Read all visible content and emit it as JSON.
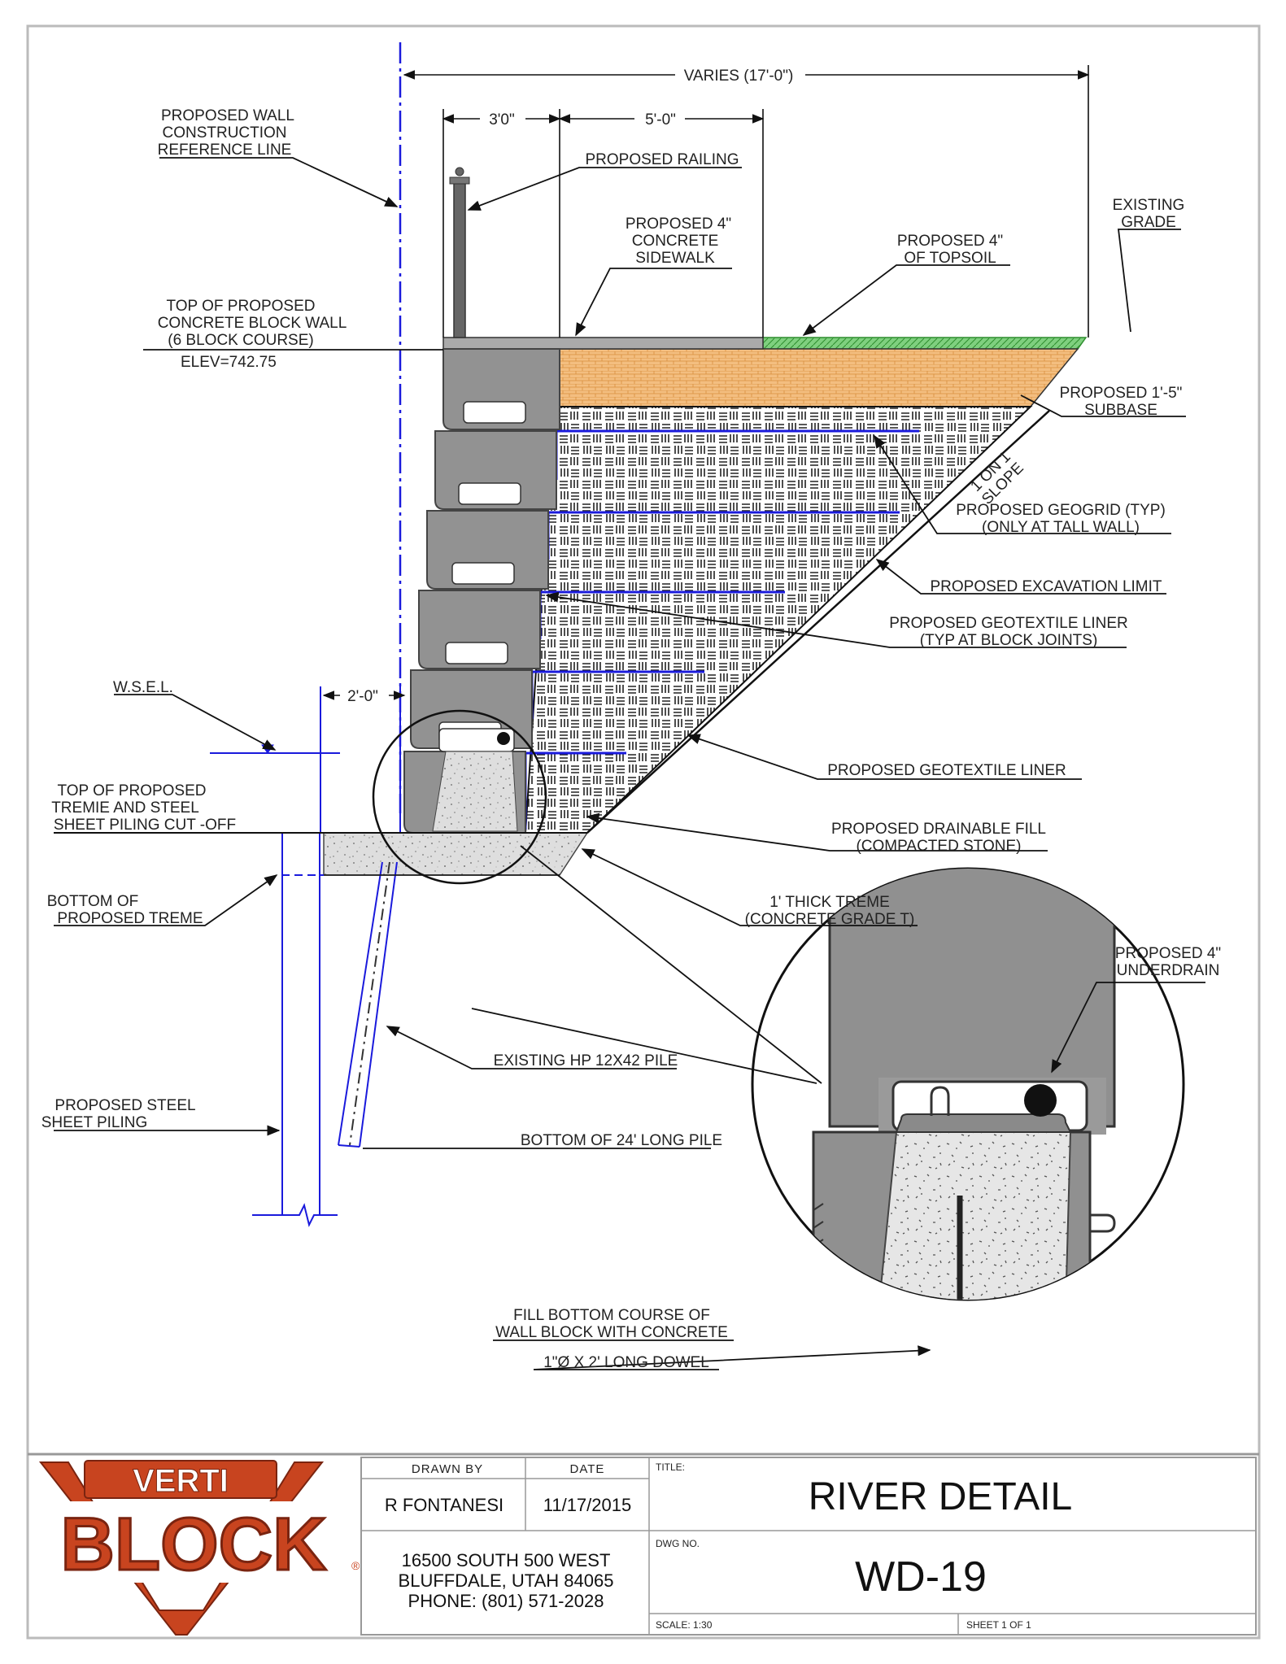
{
  "drawing": {
    "dims": {
      "varies": "VARIES (17'-0\")",
      "three_ft": "3'0\"",
      "five_ft": "5'-0\"",
      "two_ft": "2'-0\""
    },
    "labels": {
      "ref_line": [
        "PROPOSED WALL",
        "CONSTRUCTION",
        "REFERENCE LINE"
      ],
      "railing": "PROPOSED RAILING",
      "sidewalk": [
        "PROPOSED 4\"",
        "CONCRETE",
        "SIDEWALK"
      ],
      "topsoil": [
        "PROPOSED 4\"",
        "OF TOPSOIL"
      ],
      "existing_grade": [
        "EXISTING",
        "GRADE"
      ],
      "top_wall": [
        "TOP OF PROPOSED",
        "CONCRETE BLOCK WALL",
        "(6 BLOCK COURSE)"
      ],
      "elev": "ELEV=742.75",
      "subbase": [
        "PROPOSED 1'-5\"",
        "SUBBASE"
      ],
      "slope": [
        "1 ON 1",
        "SLOPE"
      ],
      "geogrid": [
        "PROPOSED GEOGRID (TYP)",
        "(ONLY AT TALL WALL)"
      ],
      "excavation": "PROPOSED EXCAVATION LIMIT",
      "geotextile_joints": [
        "PROPOSED GEOTEXTILE LINER",
        "(TYP AT BLOCK JOINTS)"
      ],
      "wsel": "W.S.E.L.",
      "geotextile": "PROPOSED GEOTEXTILE LINER",
      "tremie_top": [
        "TOP OF PROPOSED",
        "TREMIE AND STEEL",
        "SHEET PILING CUT -OFF"
      ],
      "drainable": [
        "PROPOSED DRAINABLE FILL",
        "(COMPACTED STONE)"
      ],
      "treme_bottom": [
        "BOTTOM OF",
        "PROPOSED TREME"
      ],
      "treme": [
        "1' THICK TREME",
        "(CONCRETE GRADE T)"
      ],
      "underdrain": [
        "PROPOSED 4\"",
        "UNDERDRAIN"
      ],
      "hp_pile": "EXISTING HP 12X42 PILE",
      "sheet_piling": [
        "PROPOSED STEEL",
        "SHEET PILING"
      ],
      "pile_bottom": "BOTTOM OF 24' LONG PILE",
      "fill_bottom": [
        "FILL BOTTOM COURSE OF",
        "WALL BLOCK WITH CONCRETE"
      ],
      "dowel": "1\"Ø X 2' LONG DOWEL"
    }
  },
  "title_block": {
    "logo": {
      "top": "VERTI",
      "main": "BLOCK",
      "reg": "®",
      "bottom": "V"
    },
    "drawn_by_label": "DRAWN BY",
    "drawn_by": "R FONTANESI",
    "date_label": "DATE",
    "date": "11/17/2015",
    "address": [
      "16500 SOUTH 500 WEST",
      "BLUFFDALE, UTAH 84065",
      "PHONE: (801) 571-2028"
    ],
    "title_label": "TITLE:",
    "title": "RIVER DETAIL",
    "dwg_label": "DWG NO.",
    "dwg_no": "WD-19",
    "scale": "SCALE: 1:30",
    "sheet": "SHEET 1 OF 1"
  },
  "colors": {
    "line": "#111111",
    "reference": "#1a1adc",
    "block": "#8c8c8c",
    "subbase": "#f2b872",
    "topsoil": "#6dc86d",
    "concrete": "#d4d4d4",
    "logo_orange": "#c8441f"
  }
}
